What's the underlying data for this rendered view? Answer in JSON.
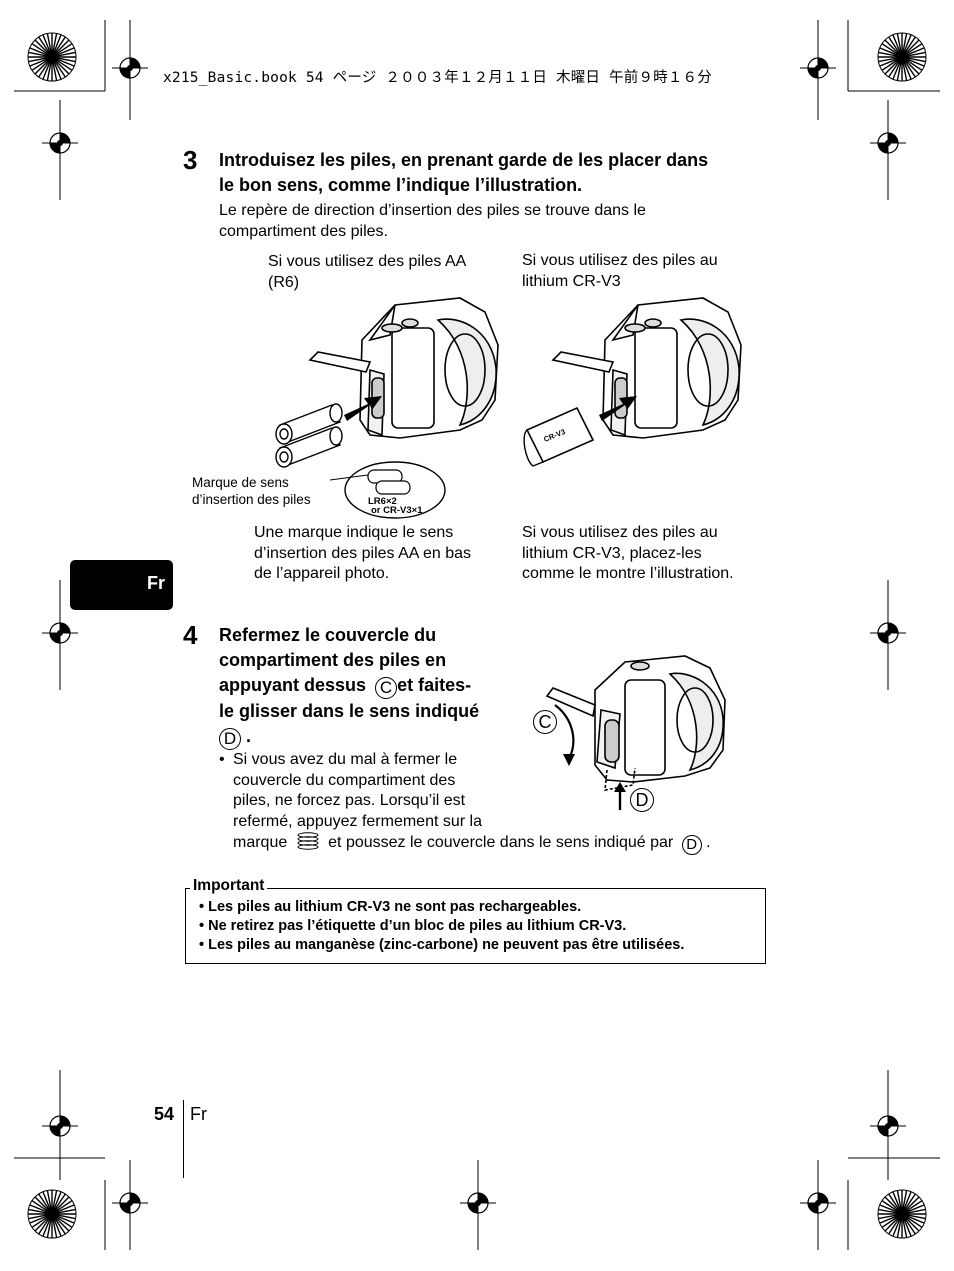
{
  "header": {
    "text": "x215_Basic.book  54 ページ  ２００３年１２月１１日  木曜日  午前９時１６分"
  },
  "step3": {
    "number": "3",
    "title_line1": "Introduisez les piles, en prenant garde de les placer dans",
    "title_line2": "le bon sens, comme l’indique l’illustration.",
    "desc_line1": "Le repère de direction d’insertion des piles se trouve dans le",
    "desc_line2": "compartiment des piles.",
    "left_caption_line1": "Si vous utilisez des piles AA",
    "left_caption_line2": "(R6)",
    "right_caption_line1": "Si vous utilisez des piles au",
    "right_caption_line2": "lithium CR-V3",
    "marker_label_line1": "Marque de sens",
    "marker_label_line2": "d’insertion des piles",
    "inset_label_line1": "LR6×2",
    "inset_label_line2": "or CR-V3×1",
    "cr_battery_label": "CR-V3",
    "left_note_line1": "Une marque indique le sens",
    "left_note_line2": "d’insertion des piles AA en bas",
    "left_note_line3": "de l’appareil photo.",
    "right_note_line1": "Si vous utilisez des piles au",
    "right_note_line2": "lithium CR-V3, placez-les",
    "right_note_line3": "comme le montre l’illustration."
  },
  "tab": {
    "label": "Fr"
  },
  "step4": {
    "number": "4",
    "title_line1": "Refermez le couvercle du",
    "title_line2": "compartiment des piles en",
    "title_line3a": "appuyant dessus",
    "circle_c": "C",
    "title_line3b": "et faites-",
    "title_line4": "le glisser dans le sens indiqué",
    "circle_d": "D",
    "title_end": ".",
    "bullet": "•",
    "bullet_line1": "Si vous avez du mal à fermer le",
    "bullet_line2": "couvercle du compartiment des",
    "bullet_line3": "piles, ne forcez pas. Lorsqu’il est",
    "bullet_line4": "refermé, appuyez fermement sur la",
    "bullet_line5a": "marque",
    "bullet_line5b": "et poussez le couvercle dans le sens indiqué par",
    "bullet_line5c": "."
  },
  "important": {
    "title": "Important",
    "items": [
      "•  Les piles au lithium CR-V3 ne sont pas rechargeables.",
      "•  Ne retirez pas l’étiquette d’un bloc de piles au lithium CR-V3.",
      "•  Les piles au manganèse (zinc-carbone) ne peuvent pas être utilisées."
    ]
  },
  "footer": {
    "page_number": "54",
    "lang": "Fr"
  }
}
